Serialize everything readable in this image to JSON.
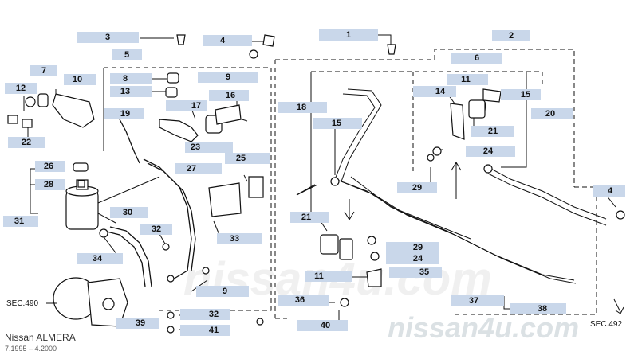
{
  "model": {
    "brand_line": "Nissan ALMERA",
    "period": "7.1995 – 4.2000"
  },
  "watermarks": {
    "site_main": "nissan4u.com",
    "site_big": "nissan4u.com"
  },
  "references": {
    "sec_left": "SEC.490",
    "sec_right": "SEC.492"
  },
  "callouts": [
    {
      "id": "c1",
      "label": "1"
    },
    {
      "id": "c2",
      "label": "2"
    },
    {
      "id": "c3",
      "label": "3"
    },
    {
      "id": "c4a",
      "label": "4"
    },
    {
      "id": "c4b",
      "label": "4"
    },
    {
      "id": "c5",
      "label": "5"
    },
    {
      "id": "c6",
      "label": "6"
    },
    {
      "id": "c7",
      "label": "7"
    },
    {
      "id": "c8",
      "label": "8"
    },
    {
      "id": "c9a",
      "label": "9"
    },
    {
      "id": "c9b",
      "label": "9"
    },
    {
      "id": "c10",
      "label": "10"
    },
    {
      "id": "c11a",
      "label": "11"
    },
    {
      "id": "c11b",
      "label": "11"
    },
    {
      "id": "c12",
      "label": "12"
    },
    {
      "id": "c13",
      "label": "13"
    },
    {
      "id": "c14",
      "label": "14"
    },
    {
      "id": "c15a",
      "label": "15"
    },
    {
      "id": "c15b",
      "label": "15"
    },
    {
      "id": "c16",
      "label": "16"
    },
    {
      "id": "c17",
      "label": "17"
    },
    {
      "id": "c18",
      "label": "18"
    },
    {
      "id": "c19",
      "label": "19"
    },
    {
      "id": "c20",
      "label": "20"
    },
    {
      "id": "c21a",
      "label": "21"
    },
    {
      "id": "c21b",
      "label": "21"
    },
    {
      "id": "c22",
      "label": "22"
    },
    {
      "id": "c23",
      "label": "23"
    },
    {
      "id": "c24a",
      "label": "24"
    },
    {
      "id": "c24b",
      "label": "24"
    },
    {
      "id": "c25",
      "label": "25"
    },
    {
      "id": "c26",
      "label": "26"
    },
    {
      "id": "c27",
      "label": "27"
    },
    {
      "id": "c28",
      "label": "28"
    },
    {
      "id": "c29a",
      "label": "29"
    },
    {
      "id": "c29b",
      "label": "29"
    },
    {
      "id": "c30",
      "label": "30"
    },
    {
      "id": "c31",
      "label": "31"
    },
    {
      "id": "c32a",
      "label": "32"
    },
    {
      "id": "c32b",
      "label": "32"
    },
    {
      "id": "c33",
      "label": "33"
    },
    {
      "id": "c34",
      "label": "34"
    },
    {
      "id": "c35",
      "label": "35"
    },
    {
      "id": "c36",
      "label": "36"
    },
    {
      "id": "c37",
      "label": "37"
    },
    {
      "id": "c38",
      "label": "38"
    },
    {
      "id": "c39",
      "label": "39"
    },
    {
      "id": "c40",
      "label": "40"
    },
    {
      "id": "c41",
      "label": "41"
    }
  ]
}
